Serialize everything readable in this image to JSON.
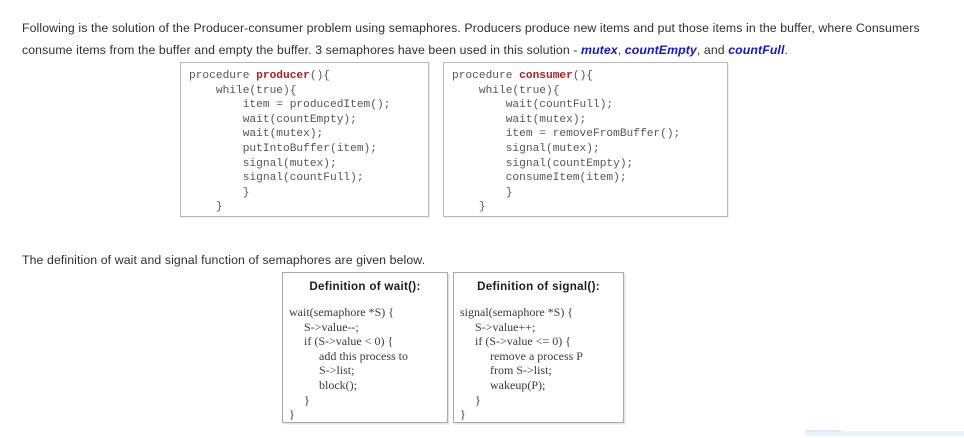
{
  "intro": {
    "part1": "Following is the solution of the Producer-consumer problem using semaphores. Producers produce new items and put those items in the buffer, where Consumers consume items from the buffer and empty the buffer. 3 semaphores have been used in this solution - ",
    "term1": "mutex",
    "sep1": ", ",
    "term2": "countEmpty",
    "sep2": ", and ",
    "term3": "countFull",
    "end": "."
  },
  "mid_text": "The definition of wait and signal function of semaphores are given below.",
  "producer": {
    "header_prefix": "procedure ",
    "header_name": "producer",
    "header_suffix": "(){",
    "lines": [
      "    while(true){",
      "        item = producedItem();",
      "        wait(countEmpty);",
      "        wait(mutex);",
      "        putIntoBuffer(item);",
      "        signal(mutex);",
      "        signal(countFull);",
      "        }",
      "    }"
    ]
  },
  "consumer": {
    "header_prefix": "procedure ",
    "header_name": "consumer",
    "header_suffix": "(){",
    "lines": [
      "    while(true){",
      "        wait(countFull);",
      "        wait(mutex);",
      "        item = removeFromBuffer();",
      "        signal(mutex);",
      "        signal(countEmpty);",
      "        consumeItem(item);",
      "        }",
      "    }"
    ]
  },
  "wait_def": {
    "title": "Definition of  wait():",
    "code": "wait(semaphore *S) {\n     S->value--;\n     if (S->value < 0) {\n          add this process to\n          S->list;\n          block();\n     }\n}"
  },
  "signal_def": {
    "title": "Definition of  signal():",
    "code": "signal(semaphore *S) {\n     S->value++;\n     if (S->value <= 0) {\n          remove a process P\n          from S->list;\n          wakeup(P);\n     }\n}"
  },
  "colors": {
    "keyword_red": "#b02020",
    "semaphore_blue": "#1414d2",
    "box_border": "#b7b7b7",
    "body_text": "#2f2f2f",
    "code_text": "#555555",
    "bottom_bar": "#eaf3fb"
  }
}
